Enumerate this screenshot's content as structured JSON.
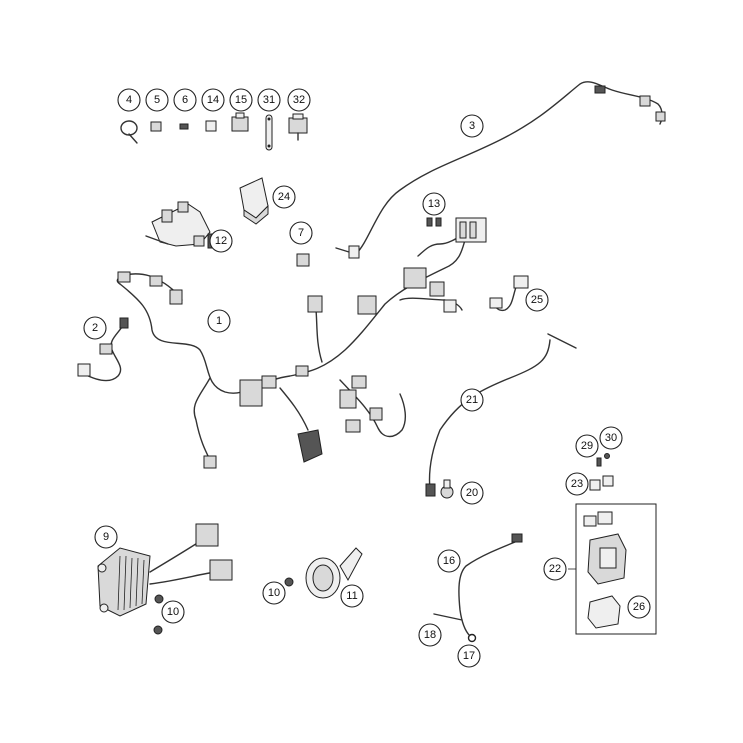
{
  "callouts": [
    {
      "id": "c1",
      "label": "1"
    },
    {
      "id": "c2",
      "label": "2"
    },
    {
      "id": "c3",
      "label": "3"
    },
    {
      "id": "c4",
      "label": "4"
    },
    {
      "id": "c5",
      "label": "5"
    },
    {
      "id": "c6",
      "label": "6"
    },
    {
      "id": "c7",
      "label": "7"
    },
    {
      "id": "c9",
      "label": "9"
    },
    {
      "id": "c10a",
      "label": "10"
    },
    {
      "id": "c10b",
      "label": "10"
    },
    {
      "id": "c11",
      "label": "11"
    },
    {
      "id": "c12",
      "label": "12"
    },
    {
      "id": "c13",
      "label": "13"
    },
    {
      "id": "c14",
      "label": "14"
    },
    {
      "id": "c15",
      "label": "15"
    },
    {
      "id": "c16",
      "label": "16"
    },
    {
      "id": "c17",
      "label": "17"
    },
    {
      "id": "c18",
      "label": "18"
    },
    {
      "id": "c20",
      "label": "20"
    },
    {
      "id": "c21",
      "label": "21"
    },
    {
      "id": "c22",
      "label": "22"
    },
    {
      "id": "c23",
      "label": "23"
    },
    {
      "id": "c24",
      "label": "24"
    },
    {
      "id": "c25",
      "label": "25"
    },
    {
      "id": "c26",
      "label": "26"
    },
    {
      "id": "c29",
      "label": "29"
    },
    {
      "id": "c30",
      "label": "30"
    },
    {
      "id": "c31",
      "label": "31"
    },
    {
      "id": "c32",
      "label": "32"
    }
  ]
}
